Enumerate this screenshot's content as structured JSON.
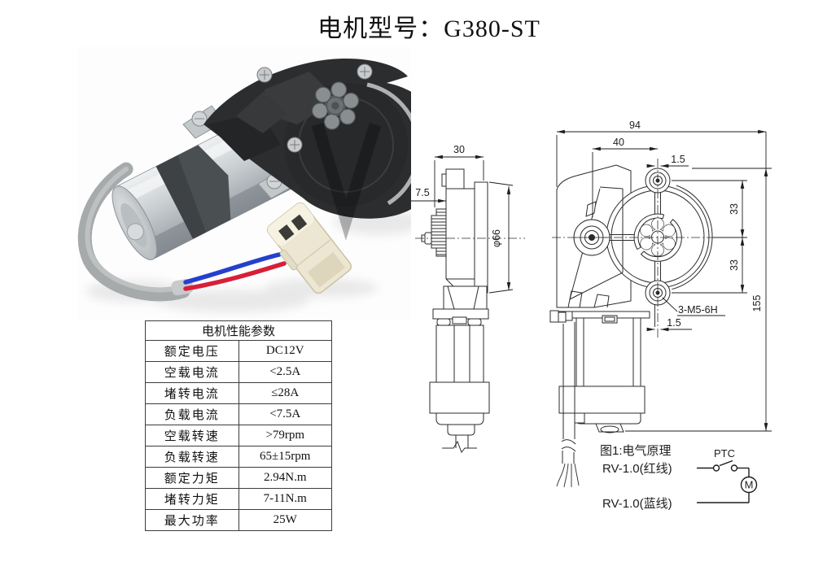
{
  "page": {
    "title": "电机型号：G380-ST"
  },
  "spec_table": {
    "title": "电机性能参数",
    "rows": [
      {
        "label": "额定电压",
        "value": "DC12V"
      },
      {
        "label": "空载电流",
        "value": "<2.5A"
      },
      {
        "label": "堵转电流",
        "value": "≤28A"
      },
      {
        "label": "负载电流",
        "value": "<7.5A"
      },
      {
        "label": "空载转速",
        "value": ">79rpm"
      },
      {
        "label": "负载转速",
        "value": "65±15rpm"
      },
      {
        "label": "额定力矩",
        "value": "2.94N.m"
      },
      {
        "label": "堵转力矩",
        "value": "7-11N.m"
      },
      {
        "label": "最大功率",
        "value": "25W"
      }
    ]
  },
  "drawings": {
    "side_view": {
      "width": "30",
      "boss_offset": "7.5",
      "diameter": "φ66"
    },
    "front_view": {
      "overall_width": "94",
      "mount_span": "40",
      "top_offset": "1.5",
      "pitch_upper": "33",
      "pitch_lower": "33",
      "overall_height": "155",
      "thread_spec": "3-M5-6H",
      "bottom_offset": "1.5"
    }
  },
  "schematic": {
    "title": "图1:电气原理",
    "red_wire": "RV-1.0(红线)",
    "blue_wire": "RV-1.0(蓝线)",
    "ptc": "PTC",
    "motor": "M"
  }
}
